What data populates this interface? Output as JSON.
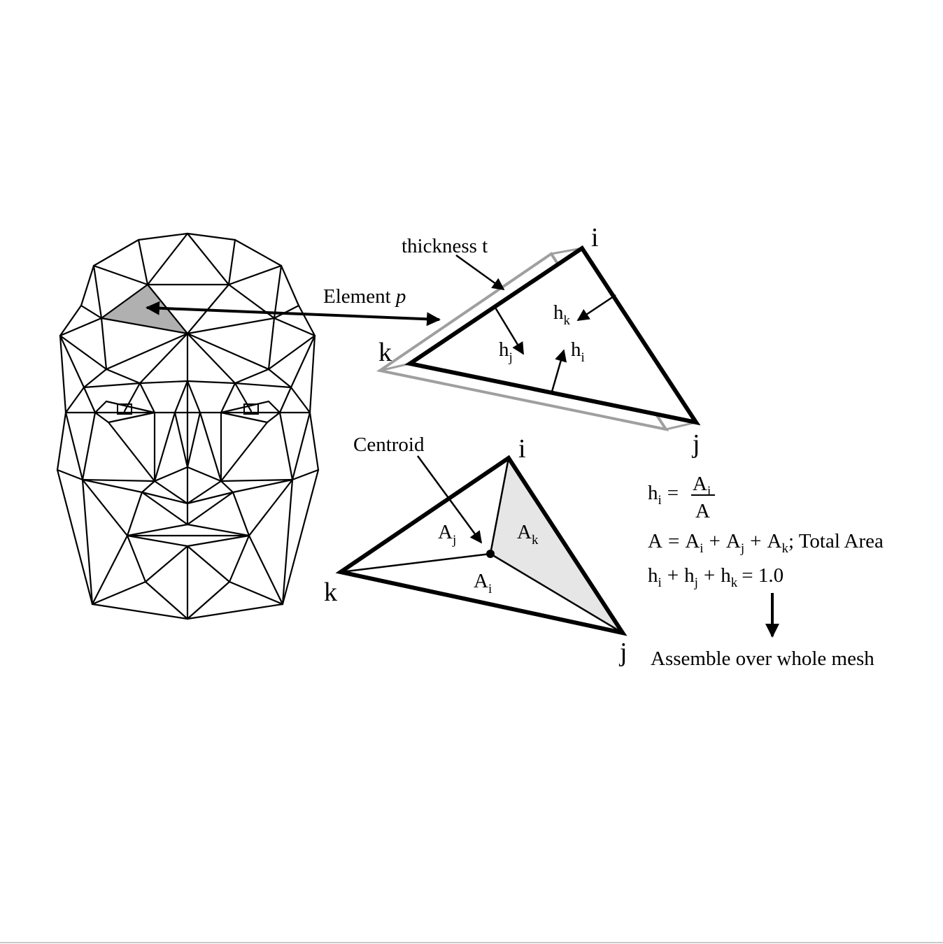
{
  "labels": {
    "thickness": "thickness t",
    "element": "Element ",
    "element_var": "p",
    "centroid": "Centroid",
    "vertex_i": "i",
    "vertex_j": "j",
    "vertex_k": "k",
    "h": "h",
    "A": "A",
    "sub_i": "i",
    "sub_j": "j",
    "sub_k": "k",
    "eq_plus": "+",
    "eq_equals": "=",
    "total_area_suffix": "; Total Area",
    "sum_value": "= 1.0",
    "assemble": "Assemble over whole mesh"
  },
  "colors": {
    "line": "#000000",
    "shadow": "#9f9f9f",
    "highlight": "#b0b0b0",
    "subarea": "#e6e6e6"
  }
}
